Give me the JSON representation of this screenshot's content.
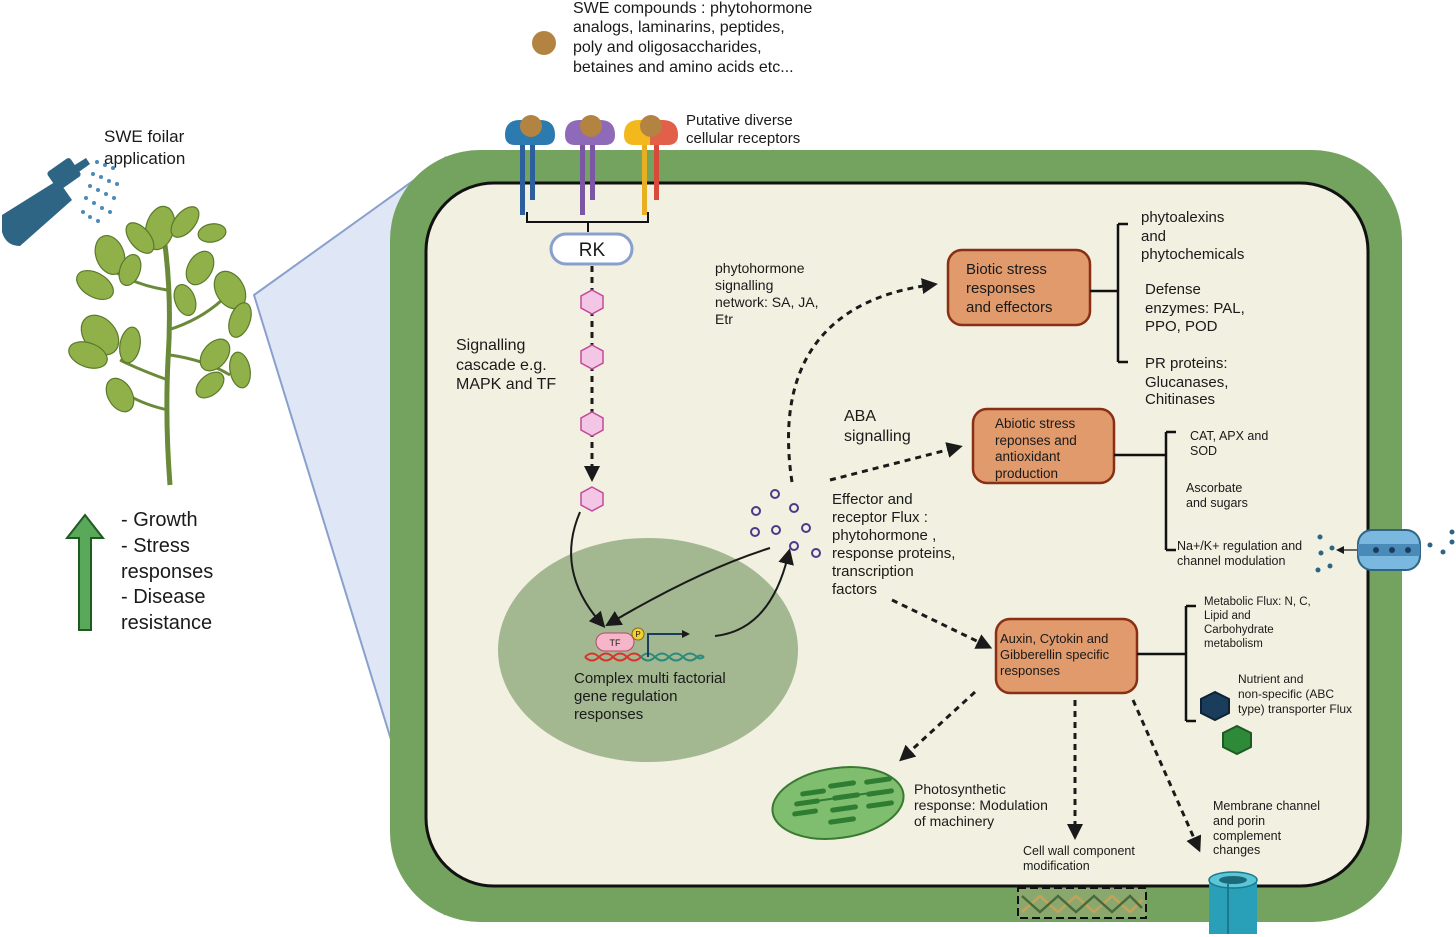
{
  "swe_compounds": [
    "SWE compounds : phytohormone",
    "analogs, laminarins, peptides,",
    "poly and oligosaccharides,",
    "betaines  and amino acids etc..."
  ],
  "receptors_label": [
    "Putative diverse",
    "cellular receptors"
  ],
  "foliar_label": [
    "SWE foilar",
    "application"
  ],
  "outcomes": [
    "- Growth",
    "- Stress",
    "responses",
    "- Disease",
    "resistance"
  ],
  "rk_label": "RK",
  "signalling_cascade": [
    "Signalling",
    "cascade e.g.",
    "MAPK and TF"
  ],
  "phytohormone_network": [
    "phytohormone",
    "signalling",
    "network: SA, JA,",
    "Etr"
  ],
  "aba_signalling": [
    "ABA",
    "signalling"
  ],
  "effector_flux": [
    "Effector and",
    "receptor Flux :",
    "phytohormone ,",
    "response proteins,",
    "transcription",
    "factors"
  ],
  "nucleus_label": [
    "Complex multi factorial",
    "gene regulation",
    "responses"
  ],
  "tf_label": "TF",
  "p_label": "P",
  "biotic_box": [
    "Biotic stress",
    "responses",
    "and  effectors"
  ],
  "biotic_items": {
    "phytoalexins": [
      "phytoalexins",
      "and",
      "phytochemicals"
    ],
    "defense": [
      "Defense",
      "enzymes: PAL,",
      "PPO, POD"
    ],
    "pr": [
      "PR proteins:",
      "Glucanases,",
      "Chitinases"
    ]
  },
  "abiotic_box": [
    "Abiotic stress",
    "reponses and",
    "antioxidant",
    "production"
  ],
  "abiotic_items": {
    "cat": [
      "CAT, APX and",
      "SOD"
    ],
    "ascorbate": [
      "Ascorbate",
      "and sugars"
    ],
    "na": [
      "Na+/K+ regulation and",
      "channel modulation"
    ]
  },
  "auxin_box": [
    "Auxin, Cytokin and",
    "Gibberellin specific",
    "responses"
  ],
  "auxin_items": {
    "metabolic": [
      "Metabolic Flux: N, C,",
      "Lipid and",
      "Carbohydrate",
      "metabolism"
    ],
    "nutrient": [
      "Nutrient and",
      "non-specific (ABC",
      "type) transporter Flux"
    ]
  },
  "photosynthetic": [
    "Photosynthetic",
    "response: Modulation",
    "of machinery"
  ],
  "cell_wall": [
    "Cell wall component",
    "modification"
  ],
  "membrane_channel": [
    "Membrane channel",
    "and porin",
    "complement",
    "changes"
  ],
  "colors": {
    "cell_wall": "#73a35e",
    "cytoplasm": "#f1f0e1",
    "nucleus": "#a3b890",
    "box_fill": "#e09a6c",
    "box_stroke": "#8a2e14",
    "compound": "#b38342",
    "cascade_node": "#f4c6e6",
    "plant_leaf": "#90b04a",
    "sprayer": "#2e6584",
    "arrow_up": "#2f8a3a"
  }
}
